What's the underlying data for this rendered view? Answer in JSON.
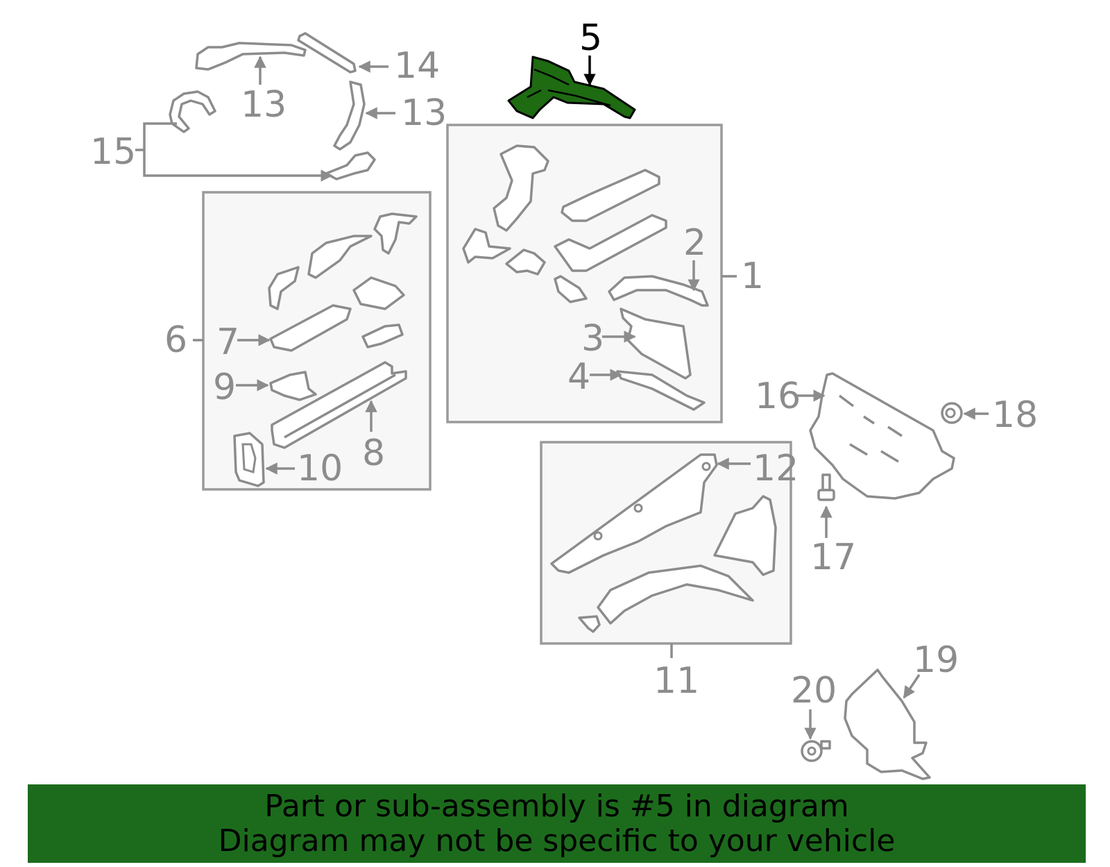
{
  "diagram": {
    "highlighted_part": "5",
    "highlight_color": "#1e6b12",
    "line_color": "#8c8c8c",
    "callouts": {
      "c1": "1",
      "c2": "2",
      "c3": "3",
      "c4": "4",
      "c5": "5",
      "c6": "6",
      "c7": "7",
      "c8": "8",
      "c9": "9",
      "c10": "10",
      "c11": "11",
      "c12": "12",
      "c13a": "13",
      "c13b": "13",
      "c14": "14",
      "c15": "15",
      "c16": "16",
      "c17": "17",
      "c18": "18",
      "c19": "19",
      "c20": "20"
    }
  },
  "banner": {
    "background": "#1c6b1c",
    "line1": "Part or sub-assembly is #5 in diagram",
    "line2": "Diagram may not be specific to your vehicle"
  }
}
